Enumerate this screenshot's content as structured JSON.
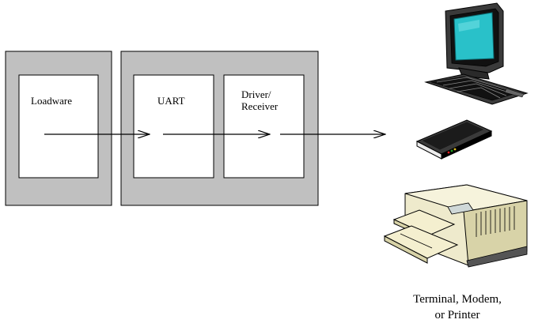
{
  "diagram": {
    "blocks": {
      "loadware": {
        "label": "Loadware"
      },
      "uart": {
        "label": "UART"
      },
      "driver": {
        "line1": "Driver/",
        "line2": "Receiver"
      }
    },
    "caption": {
      "line1": "Terminal, Modem,",
      "line2": "or Printer"
    },
    "devices": [
      "computer-terminal-icon",
      "modem-icon",
      "printer-icon"
    ],
    "colors": {
      "module_fill": "#c0c0c0",
      "block_fill": "#ffffff",
      "stroke": "#000000",
      "screen": "#29c1c9"
    }
  }
}
